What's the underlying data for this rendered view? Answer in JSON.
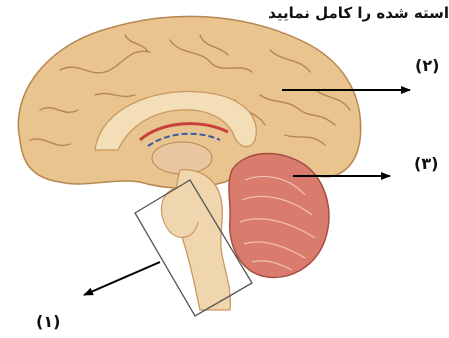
{
  "title": "استه شده را کامل نمایید",
  "labels": {
    "one": "(۱)",
    "two": "(۲)",
    "three": "(۳)"
  },
  "colors": {
    "cortex": "#e9c48f",
    "cortex_dark": "#b78650",
    "cerebellum": "#d97b6d",
    "stem": "#f0d6ae",
    "arrow": "#000000"
  }
}
